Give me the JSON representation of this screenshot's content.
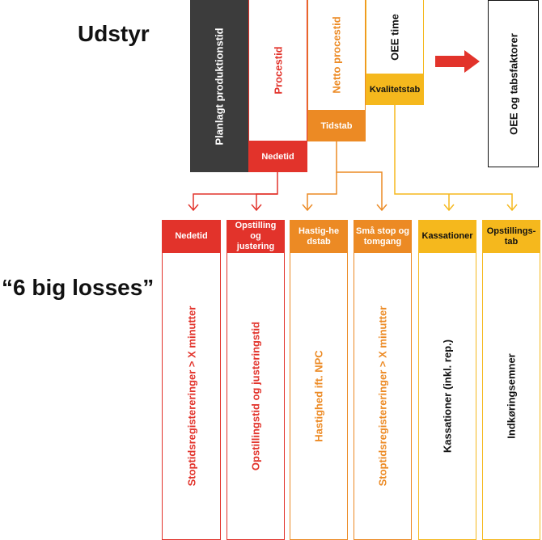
{
  "left_labels": {
    "equipment": "Udstyr",
    "big_losses": "“6 big losses”"
  },
  "top": {
    "planned_time": "Planlagt produktionstid",
    "process_time": "Procestid",
    "net_process_time": "Netto procestid",
    "oee_time": "OEE time",
    "downtime": "Nedetid",
    "time_loss": "Tidstab",
    "quality_loss": "Kvalitetstab",
    "oee_factors": "OEE og tabsfaktorer"
  },
  "losses": [
    {
      "header": "Nedetid",
      "body": "Stoptidsregistereringer > X minutter"
    },
    {
      "header": "Opstilling og justering",
      "body": "Opstillingstid og justeringstid"
    },
    {
      "header": "Hastig-hedstab",
      "body": "Hastighed ift. NPC"
    },
    {
      "header": "Små stop og tomgang",
      "body": "Stoptidsregistereringer > X minutter"
    },
    {
      "header": "Kassationer",
      "body": "Kassationer (inkl. rep.)"
    },
    {
      "header": "Opstillings-tab",
      "body": "Indkøringsemner"
    }
  ],
  "colors": {
    "dark": "#3c3c3c",
    "red": "#e2332b",
    "orange": "#ec8a24",
    "yellow": "#f5b81d",
    "arrow_red": "#e2332b"
  }
}
